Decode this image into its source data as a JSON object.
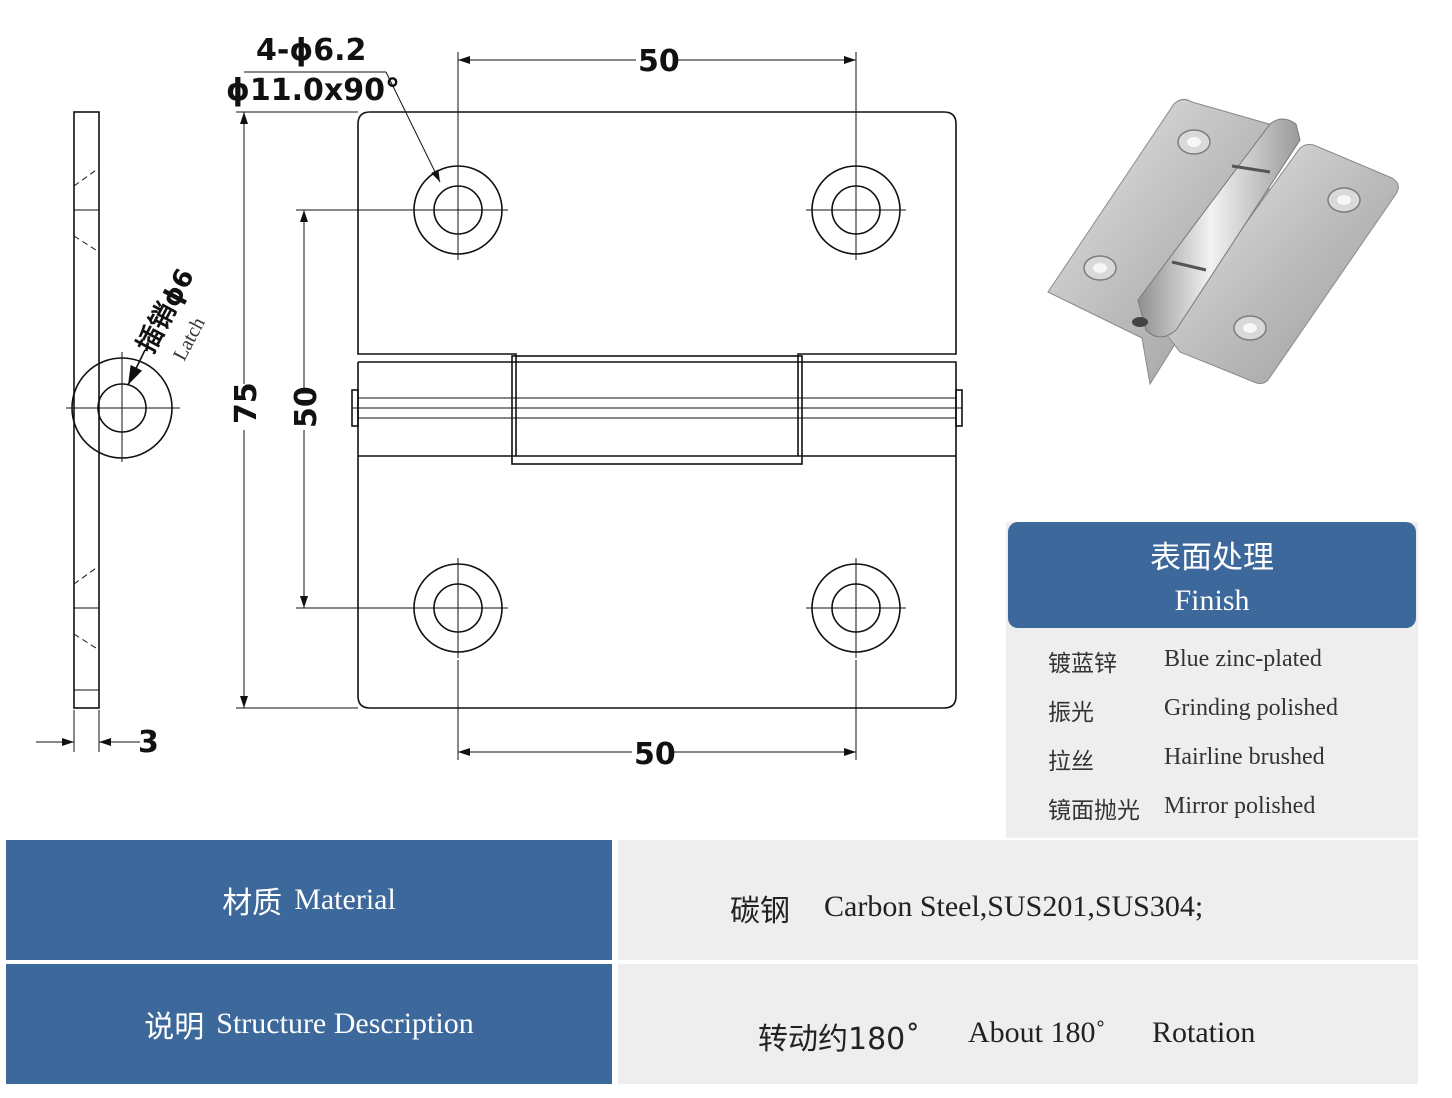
{
  "drawing": {
    "hole_callout_count": "4-ϕ6.2",
    "hole_callout_csk": "ϕ11.0x90°",
    "dim_top_width": "50",
    "dim_bottom_width": "50",
    "dim_total_height": "75",
    "dim_hole_pitch": "50",
    "dim_thickness": "3",
    "latch_label_cn": "插销ϕ6",
    "latch_label_en": "Latch"
  },
  "finish": {
    "title_cn": "表面处理",
    "title_en": "Finish",
    "options": [
      {
        "cn": "镀蓝锌",
        "en": "Blue zinc-plated"
      },
      {
        "cn": "振光",
        "en": "Grinding polished"
      },
      {
        "cn": "拉丝",
        "en": "Hairline brushed"
      },
      {
        "cn": "镜面抛光",
        "en": "Mirror polished"
      }
    ]
  },
  "specs": {
    "material_label_cn": "材质",
    "material_label_en": "Material",
    "material_value_cn": "碳钢",
    "material_value_en": "Carbon Steel,SUS201,SUS304;",
    "structure_label_cn": "说明",
    "structure_label_en": "Structure Description",
    "structure_value_cn": "转动约180˚",
    "structure_value_en1": "About 180˚",
    "structure_value_en2": "Rotation"
  },
  "colors": {
    "header_blue": "#3c689b",
    "panel_grey": "#eeeeee"
  }
}
